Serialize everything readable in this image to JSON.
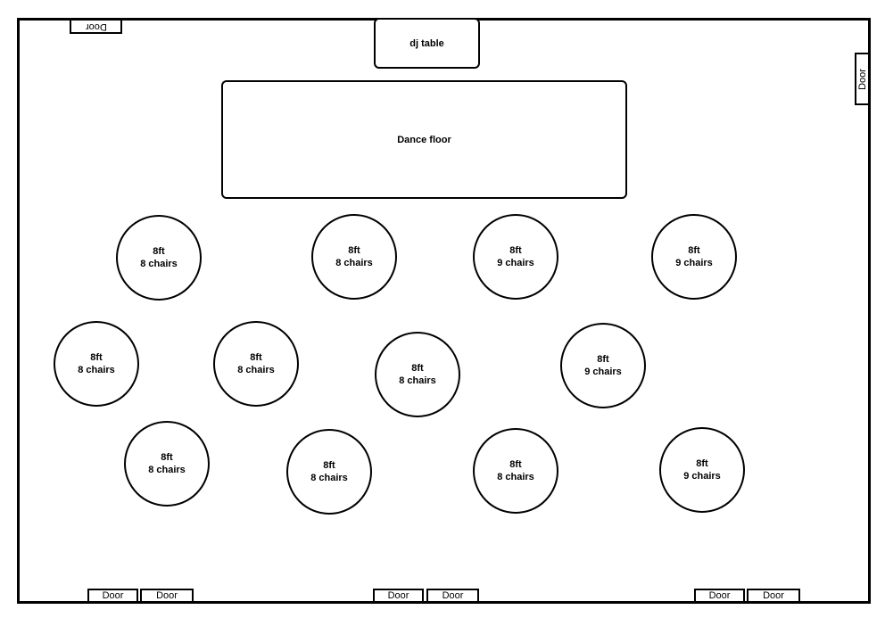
{
  "dj_table": {
    "label": "dj table"
  },
  "dance_floor": {
    "label": "Dance floor"
  },
  "doors": {
    "top_left": "Door",
    "right": "Door",
    "bottom": [
      "Door",
      "Door",
      "Door",
      "Door",
      "Door",
      "Door"
    ]
  },
  "tables": [
    {
      "size": "8ft",
      "chairs": "8 chairs"
    },
    {
      "size": "8ft",
      "chairs": "8 chairs"
    },
    {
      "size": "8ft",
      "chairs": "9 chairs"
    },
    {
      "size": "8ft",
      "chairs": "9 chairs"
    },
    {
      "size": "8ft",
      "chairs": "8 chairs"
    },
    {
      "size": "8ft",
      "chairs": "8 chairs"
    },
    {
      "size": "8ft",
      "chairs": "8 chairs"
    },
    {
      "size": "8ft",
      "chairs": "9 chairs"
    },
    {
      "size": "8ft",
      "chairs": "8 chairs"
    },
    {
      "size": "8ft",
      "chairs": "8 chairs"
    },
    {
      "size": "8ft",
      "chairs": "8 chairs"
    },
    {
      "size": "8ft",
      "chairs": "9 chairs"
    }
  ],
  "colors": {
    "line": "#000000",
    "background": "#ffffff",
    "text": "#000000"
  }
}
